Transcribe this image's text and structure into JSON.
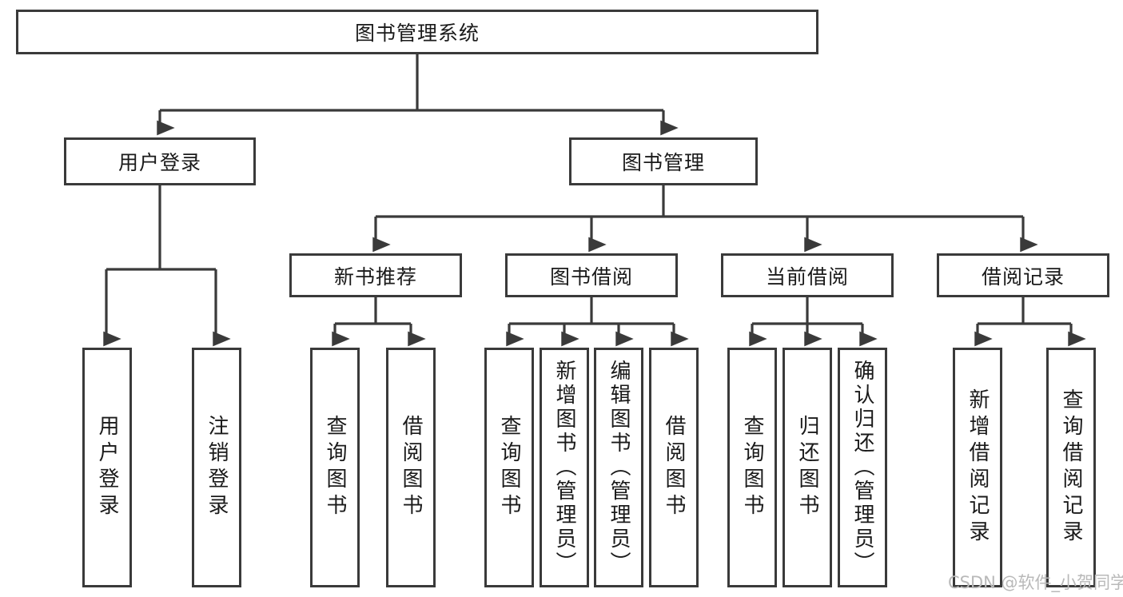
{
  "diagram": {
    "type": "tree-hierarchy-chart",
    "title_node": {
      "label": "图书管理系统"
    },
    "level2": [
      {
        "id": "user-login",
        "label": "用户登录"
      },
      {
        "id": "book-management",
        "label": "图书管理"
      }
    ],
    "level3": [
      {
        "id": "new-book-recommend",
        "label": "新书推荐"
      },
      {
        "id": "book-borrow",
        "label": "图书借阅"
      },
      {
        "id": "current-borrow",
        "label": "当前借阅"
      },
      {
        "id": "borrow-record",
        "label": "借阅记录"
      }
    ],
    "leaves": [
      {
        "id": "leaf-user-login",
        "label": "用户登录",
        "parent": "user-login"
      },
      {
        "id": "leaf-user-logout",
        "label": "注销登录",
        "parent": "user-login"
      },
      {
        "id": "leaf-query-book-1",
        "label": "查询图书",
        "parent": "new-book-recommend"
      },
      {
        "id": "leaf-borrow-book-1",
        "label": "借阅图书",
        "parent": "new-book-recommend"
      },
      {
        "id": "leaf-query-book-2",
        "label": "查询图书",
        "parent": "book-borrow"
      },
      {
        "id": "leaf-add-book",
        "label": "新增图书（管理员）",
        "parent": "book-borrow"
      },
      {
        "id": "leaf-edit-book",
        "label": "编辑图书（管理员）",
        "parent": "book-borrow"
      },
      {
        "id": "leaf-borrow-book-2",
        "label": "借阅图书",
        "parent": "book-borrow"
      },
      {
        "id": "leaf-query-book-3",
        "label": "查询图书",
        "parent": "current-borrow"
      },
      {
        "id": "leaf-return-book",
        "label": "归还图书",
        "parent": "current-borrow"
      },
      {
        "id": "leaf-confirm-return",
        "label": "确认归还（管理员）",
        "parent": "current-borrow"
      },
      {
        "id": "leaf-add-record",
        "label": "新增借阅记录",
        "parent": "borrow-record"
      },
      {
        "id": "leaf-query-record",
        "label": "查询借阅记录",
        "parent": "borrow-record"
      }
    ],
    "watermark": "CSDN @软件_小贺同学",
    "colors": {
      "stroke": "#3a3a3a",
      "background": "#ffffff",
      "text": "#1a1a1a",
      "watermark": "#b9b9b9"
    }
  }
}
